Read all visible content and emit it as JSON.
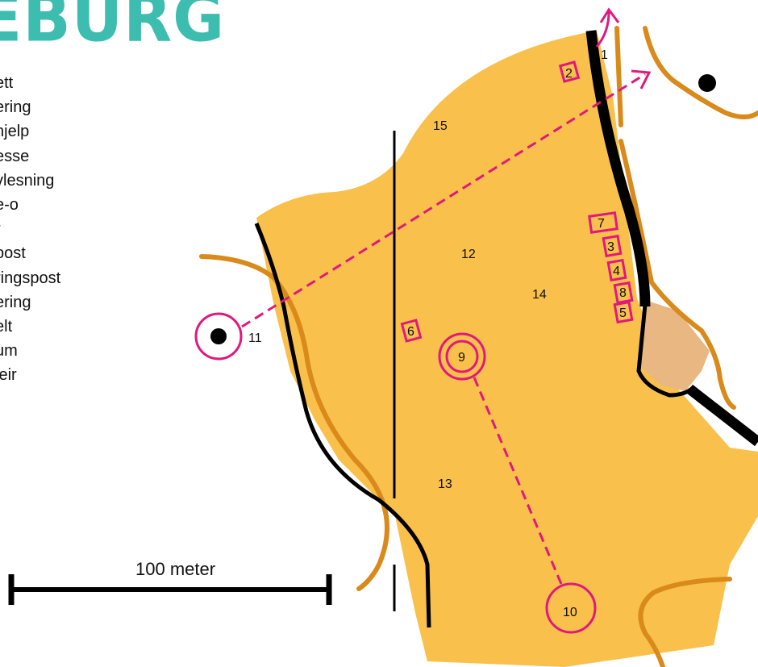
{
  "header": {
    "title": "EBURG"
  },
  "legend": {
    "items": [
      "ett",
      "ering",
      "",
      "hjelp",
      "",
      "",
      "esse",
      "vlesning",
      "e-o",
      "r",
      "",
      "post",
      "ringspost",
      "ering",
      "elt",
      "um",
      "leir"
    ]
  },
  "scale": {
    "label": "100 meter"
  },
  "map": {
    "area_color": "#f9c04b",
    "path_color": "#d98a1a",
    "course_color": "#e0197d",
    "road_color": "#000000",
    "clearing_color": "#e9b882",
    "area_labels": [
      "15",
      "12",
      "14",
      "13"
    ],
    "controls": [
      "1",
      "2",
      "3",
      "4",
      "5",
      "6",
      "7",
      "8",
      "9",
      "10",
      "11"
    ]
  }
}
